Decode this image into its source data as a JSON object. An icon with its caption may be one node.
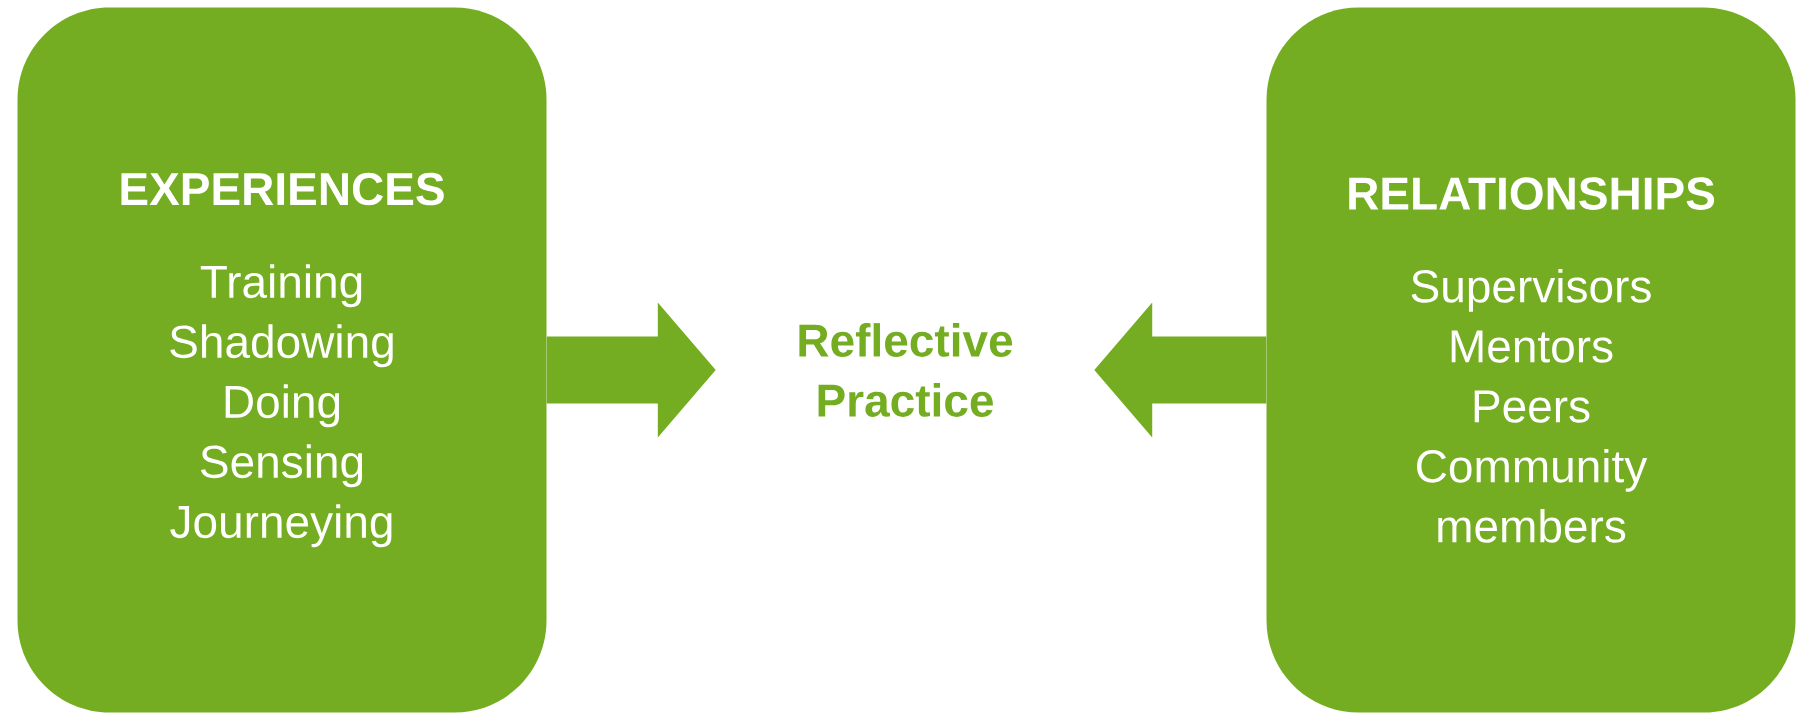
{
  "diagram": {
    "nodes": [
      {
        "text": [
          "EXPERIENCES",
          "Training Shadowing Doing Sensing Journeying"
        ]
      },
      {
        "text": [
          "Reflective Practice"
        ]
      },
      {
        "text": [
          "RELATIONSHIPS",
          "Supervisors Mentors Peers Community members"
        ]
      }
    ],
    "edges": [
      {
        "from": 0,
        "to": 1,
        "arrow": "to"
      },
      {
        "from": 2,
        "to": 1,
        "arrow": "to"
      }
    ]
  }
}
